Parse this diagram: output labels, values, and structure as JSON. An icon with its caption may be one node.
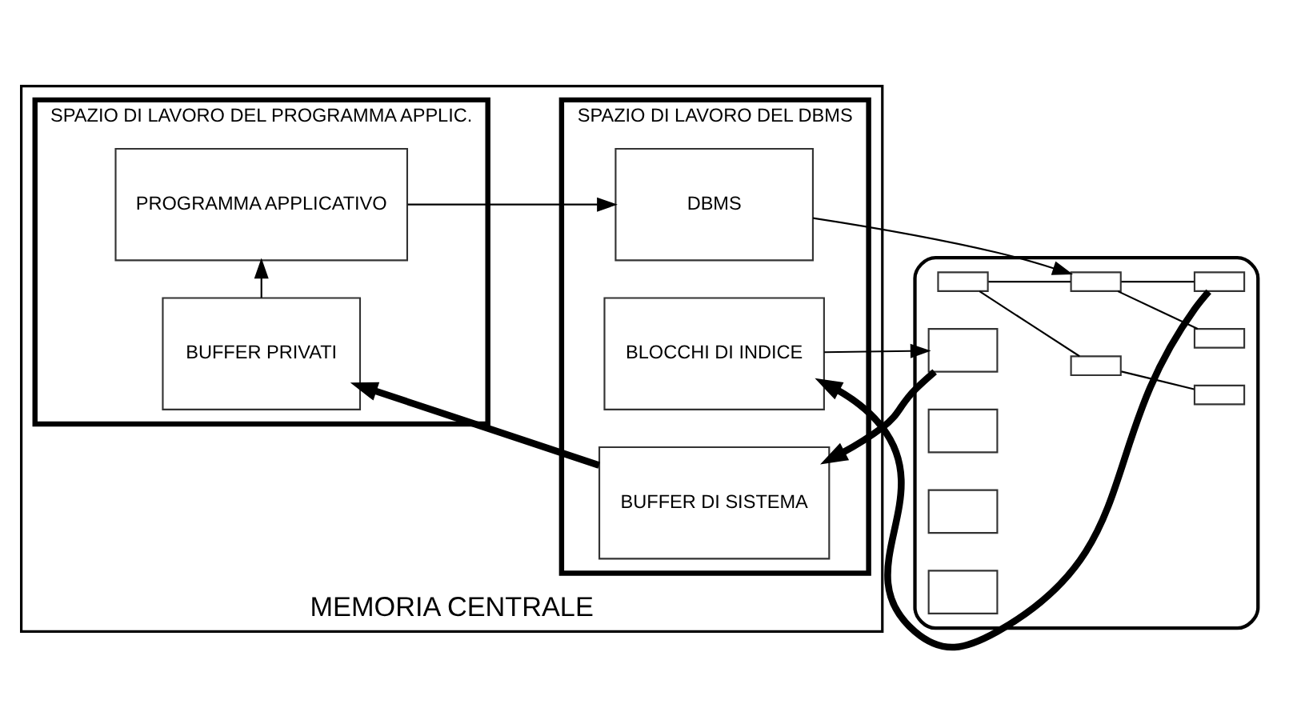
{
  "diagram": {
    "nodes": [
      {
        "text": [
          "MEMORIA CENTRALE"
        ]
      },
      {
        "text": [
          "SPAZIO DI LAVORO DEL PROGRAMMA APPLIC."
        ],
        "in": 0
      },
      {
        "text": [
          "PROGRAMMA APPLICATIVO"
        ],
        "in": 1
      },
      {
        "text": [
          "BUFFER PRIVATI"
        ],
        "in": 1
      },
      {
        "text": [
          "SPAZIO DI LAVORO DEL DBMS"
        ],
        "in": 0
      },
      {
        "text": [
          "DBMS"
        ],
        "in": 4
      },
      {
        "text": [
          "BLOCCHI DI INDICE"
        ],
        "in": 4
      },
      {
        "text": [
          "BUFFER DI SISTEMA"
        ],
        "in": 4
      },
      {
        "text": [],
        "shape": "cylinder"
      },
      {
        "text": [],
        "shape": "box",
        "in": 8
      },
      {
        "text": [],
        "shape": "box",
        "in": 8
      },
      {
        "text": [],
        "shape": "box",
        "in": 8
      },
      {
        "text": [],
        "shape": "box",
        "in": 8
      },
      {
        "text": [],
        "shape": "box",
        "in": 8
      },
      {
        "text": [],
        "shape": "box",
        "in": 8
      },
      {
        "text": [],
        "shape": "box",
        "in": 8
      },
      {
        "text": [],
        "shape": "box",
        "in": 8
      },
      {
        "text": [],
        "shape": "box",
        "in": 8
      },
      {
        "text": [],
        "shape": "box",
        "in": 8
      }
    ],
    "edges": [
      {
        "from": 3,
        "to": 2,
        "arrow": "to"
      },
      {
        "from": 2,
        "to": 5,
        "arrow": "to"
      },
      {
        "from": 5,
        "to": 10,
        "arrow": "to"
      },
      {
        "from": 12,
        "to": 6,
        "arrow": "to",
        "style": "thick"
      },
      {
        "from": 6,
        "to": 15,
        "arrow": "to"
      },
      {
        "from": 15,
        "to": 7,
        "arrow": "to",
        "style": "thick"
      },
      {
        "from": 7,
        "to": 3,
        "arrow": "to",
        "style": "thick"
      },
      {
        "from": 9,
        "to": 10,
        "arrow": "none"
      },
      {
        "from": 9,
        "to": 11,
        "arrow": "none"
      },
      {
        "from": 10,
        "to": 12,
        "arrow": "none"
      },
      {
        "from": 10,
        "to": 13,
        "arrow": "none"
      },
      {
        "from": 11,
        "to": 14,
        "arrow": "none"
      }
    ]
  }
}
